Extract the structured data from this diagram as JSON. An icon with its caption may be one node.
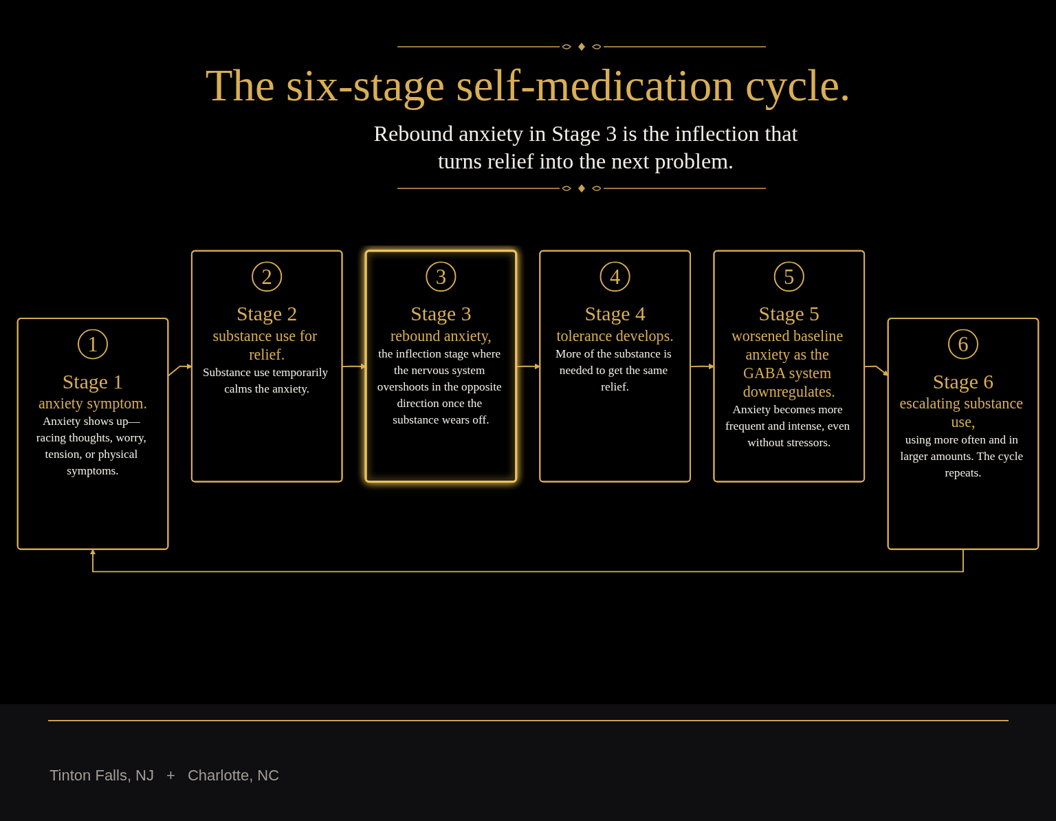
{
  "diagram": {
    "title": "The six-stage self-medication cycle.",
    "nodes": [
      {
        "text": [
          "1",
          "Stage 1",
          "anxiety symptom.",
          "Anxiety shows up— racing thoughts, worry, tension, or physical symptoms."
        ]
      },
      {
        "text": [
          "2",
          "Stage 2",
          "substance use for relief.",
          "Substance use temporarily calms the anxiety."
        ]
      },
      {
        "text": [
          "3",
          "Stage 3",
          "rebound anxiety,",
          "the inflection stage where the nervous system overshoots in the opposite direction once the substance wears off."
        ]
      },
      {
        "text": [
          "4",
          "Stage 4",
          "tolerance develops.",
          "More of the substance is needed to get the same relief."
        ]
      },
      {
        "text": [
          "5",
          "Stage 5",
          "worsened baseline anxiety as the GABA system downregulates.",
          "Anxiety becomes more frequent and intense, even without stressors."
        ]
      },
      {
        "text": [
          "6",
          "Stage 6",
          "escalating substance use,",
          "using more often and in larger amounts. The cycle repeats."
        ]
      }
    ],
    "edges": [
      {
        "from": 0,
        "to": 1,
        "arrow": "to"
      },
      {
        "from": 1,
        "to": 2,
        "arrow": "to"
      },
      {
        "from": 2,
        "to": 3,
        "arrow": "to"
      },
      {
        "from": 3,
        "to": 4,
        "arrow": "to"
      },
      {
        "from": 4,
        "to": 5,
        "arrow": "to"
      },
      {
        "from": 5,
        "to": 0,
        "arrow": "to"
      }
    ],
    "labels": [
      "Rebound anxiety in Stage 3 is the inflection that turns relief into the next problem.",
      "Tinton Falls, NJ",
      "+",
      "Charlotte, NC"
    ]
  }
}
